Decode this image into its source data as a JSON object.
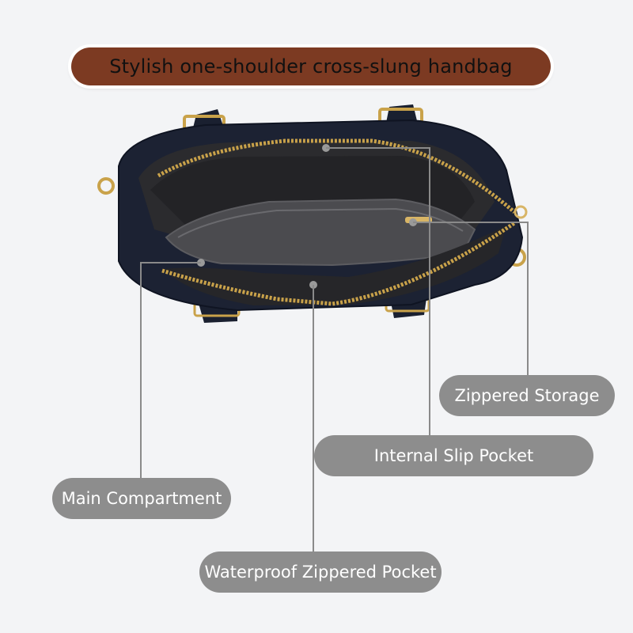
{
  "title": "Stylish one-shoulder cross-slung handbag",
  "labels": {
    "zippered_storage": "Zippered Storage",
    "internal_slip_pocket": "Internal Slip Pocket",
    "main_compartment": "Main Compartment",
    "waterproof_zippered_pocket": "Waterproof Zippered Pocket"
  },
  "colors": {
    "background": "#f3f4f6",
    "title_pill": "#7c3a22",
    "label_pill": "#8d8d8d",
    "bag_navy": "#1c2233",
    "lining": "#3a3a3d",
    "hardware_gold": "#c9a24a"
  }
}
